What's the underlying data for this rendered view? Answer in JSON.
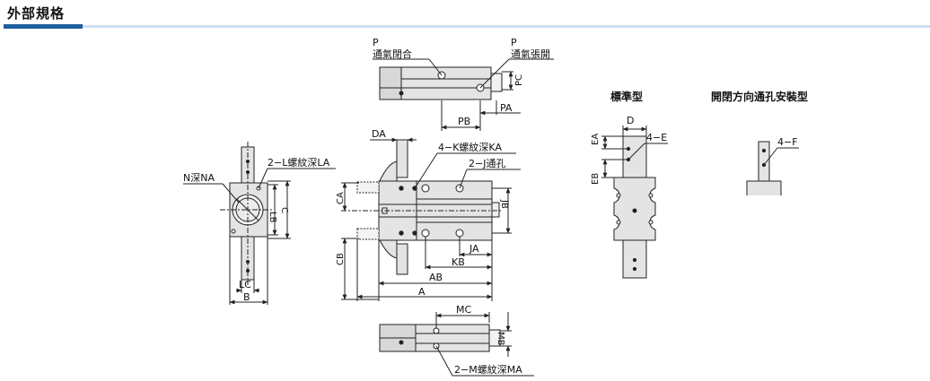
{
  "page_title": "外部規格",
  "section_titles": {
    "standard": "標準型",
    "open_close": "開閉方向通孔安裝型"
  },
  "top_view": {
    "p_left": "P",
    "p_left_desc": "通氣閉合",
    "p_right": "P",
    "p_right_desc": "通氣張開",
    "pb": "PB",
    "pa": "PA",
    "pc": "PC"
  },
  "side_view": {
    "n_na": "N深NA",
    "l_la": "2−L螺紋深LA",
    "lb": "LB",
    "c": "C",
    "lc": "LC",
    "b": "B"
  },
  "front_view": {
    "da": "DA",
    "k_ka": "4−K螺紋深KA",
    "j": "2−J通孔",
    "ca": "CA",
    "cb": "CB",
    "jb": "JB",
    "ja": "JA",
    "kb": "KB",
    "ab": "AB",
    "a": "A"
  },
  "bottom_view": {
    "mc": "MC",
    "mb": "MB",
    "m_ma": "2−M螺紋深MA"
  },
  "standard_view": {
    "ea": "EA",
    "d": "D",
    "e4": "4−E",
    "eb": "EB"
  },
  "open_view": {
    "f4": "4−F"
  },
  "colors": {
    "accent_dark": "#1f5f9e",
    "accent_light": "#cfe0f0",
    "part_fill": "#e4e4e4",
    "line": "#222222"
  }
}
